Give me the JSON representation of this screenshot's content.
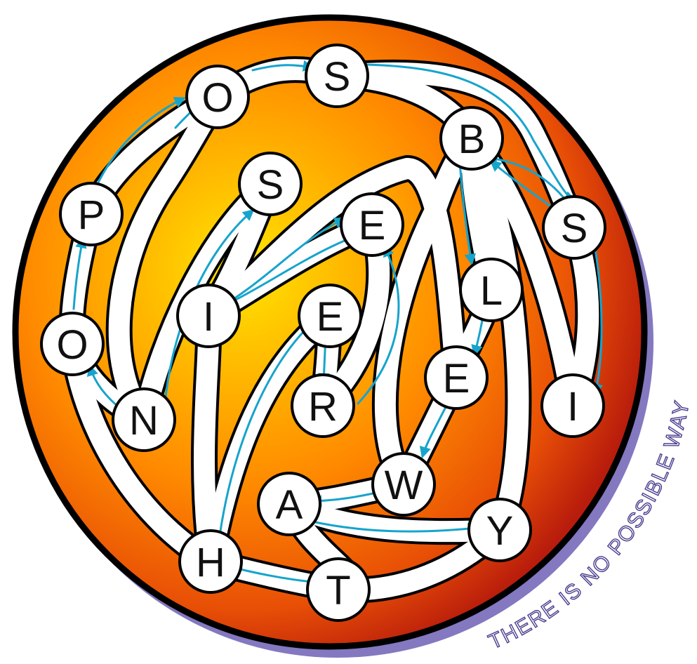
{
  "puzzle": {
    "caption": "THERE IS NO POSSIBLE WAY",
    "colors": {
      "disc_center": "#ffe600",
      "disc_mid": "#ff8a00",
      "disc_edge": "#b81c0c",
      "outline": "#000000",
      "shadow": "#8478c0",
      "arrow": "#16a4cc",
      "path_fill": "#ffffff",
      "caption_stroke": "#4a3d8e"
    },
    "nodes": [
      {
        "id": "o1",
        "letter": "O"
      },
      {
        "id": "s1",
        "letter": "S"
      },
      {
        "id": "b",
        "letter": "B"
      },
      {
        "id": "s2",
        "letter": "S"
      },
      {
        "id": "p",
        "letter": "P"
      },
      {
        "id": "s3",
        "letter": "S"
      },
      {
        "id": "e1",
        "letter": "E"
      },
      {
        "id": "l",
        "letter": "L"
      },
      {
        "id": "o2",
        "letter": "O"
      },
      {
        "id": "i1",
        "letter": "I"
      },
      {
        "id": "e2",
        "letter": "E"
      },
      {
        "id": "e3",
        "letter": "E"
      },
      {
        "id": "i2",
        "letter": "I"
      },
      {
        "id": "n",
        "letter": "N"
      },
      {
        "id": "r",
        "letter": "R"
      },
      {
        "id": "w",
        "letter": "W"
      },
      {
        "id": "a",
        "letter": "A"
      },
      {
        "id": "y",
        "letter": "Y"
      },
      {
        "id": "h",
        "letter": "H"
      },
      {
        "id": "t",
        "letter": "T"
      }
    ]
  }
}
